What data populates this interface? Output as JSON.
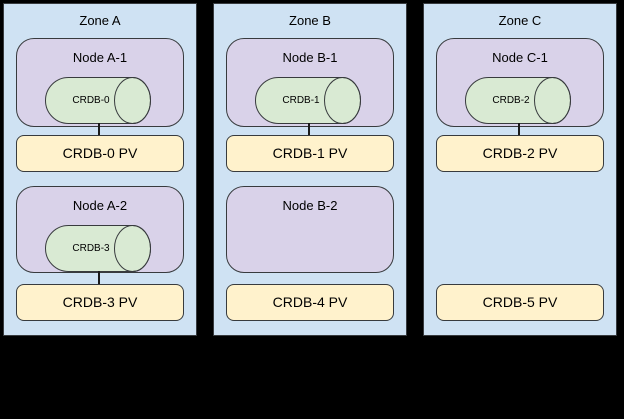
{
  "diagram": {
    "description": "CockroachDB multi-zone deployment diagram",
    "colors": {
      "background": "#000000",
      "zone_fill": "#cfe2f3",
      "node_fill": "#d9d2e9",
      "db_fill": "#d9ead3",
      "pv_fill": "#fff2cc",
      "border": "#383b3e"
    }
  },
  "zones": [
    {
      "label": "Zone A",
      "node1": {
        "label": "Node A-1",
        "db": "CRDB-0",
        "pv": "CRDB-0 PV"
      },
      "node2": {
        "label": "Node A-2",
        "db": "CRDB-3",
        "pv": "CRDB-3 PV"
      }
    },
    {
      "label": "Zone B",
      "node1": {
        "label": "Node B-1",
        "db": "CRDB-1",
        "pv": "CRDB-1 PV"
      },
      "node2": {
        "label": "Node B-2",
        "pv": "CRDB-4 PV"
      }
    },
    {
      "label": "Zone C",
      "node1": {
        "label": "Node C-1",
        "db": "CRDB-2",
        "pv": "CRDB-2 PV"
      },
      "node2": {
        "pv": "CRDB-5 PV"
      }
    }
  ]
}
